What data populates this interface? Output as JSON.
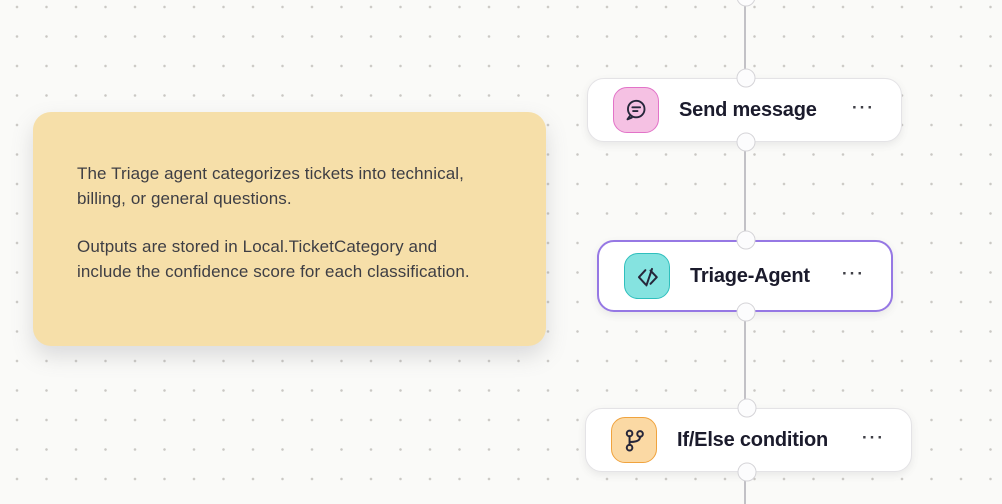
{
  "canvas": {
    "type": "workflow-editor-canvas",
    "background_color": "#fafaf8",
    "dot_color": "#c9c7c3",
    "connector_line_color": "#c2c1c6"
  },
  "note": {
    "background_color": "#f6dfa9",
    "text_color": "#3e3e44",
    "paragraph1": "The Triage agent categorizes tickets into technical,\nbilling, or general questions.",
    "paragraph2": "Outputs are stored in Local.TicketCategory and\ninclude the confidence score for each classification."
  },
  "nodes": [
    {
      "label": "Send message",
      "icon": "chat-message-icon",
      "icon_bg": "#f5c1e3",
      "icon_border": "#e273c8",
      "selected": false,
      "more_label": "···"
    },
    {
      "label": "Triage-Agent",
      "icon": "agent-code-icon",
      "icon_bg": "#85e3e0",
      "icon_border": "#2fbfbd",
      "selected": true,
      "selected_border_color": "#9678e4",
      "more_label": "···"
    },
    {
      "label": "If/Else condition",
      "icon": "branch-icon",
      "icon_bg": "#fbd9a4",
      "icon_border": "#f0a33e",
      "selected": false,
      "more_label": "···"
    }
  ]
}
